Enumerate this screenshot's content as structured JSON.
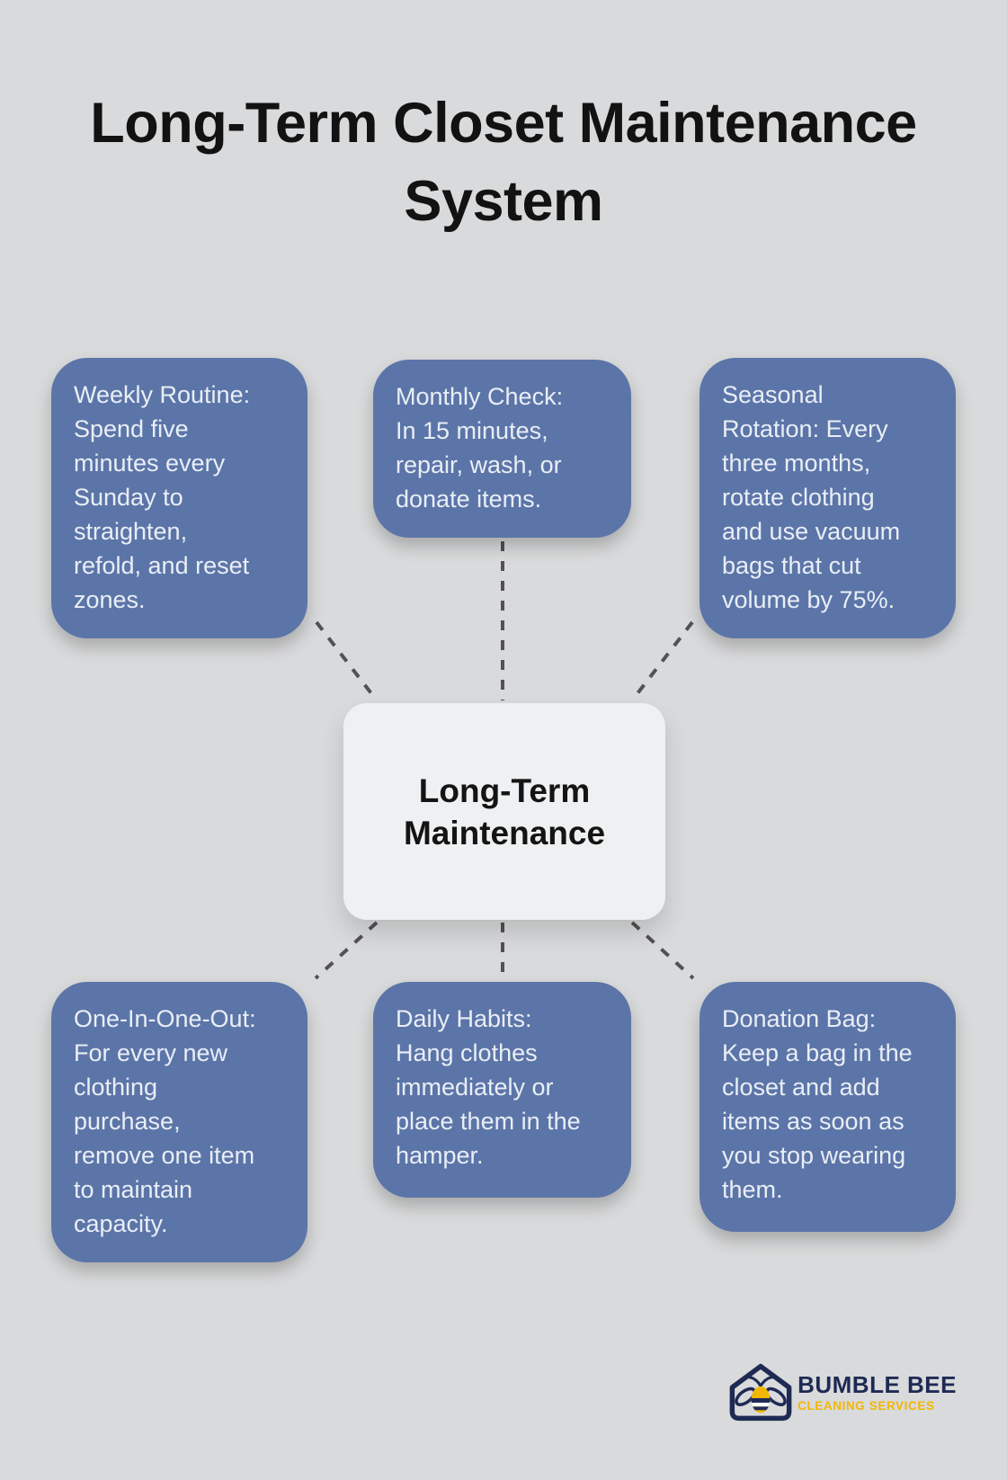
{
  "title": "Long-Term Closet Maintenance\nSystem",
  "center": {
    "label": "Long-Term\nMaintenance"
  },
  "nodes": [
    {
      "id": "weekly-routine",
      "text": "Weekly Routine:\nSpend five\nminutes every\nSunday to\nstraighten,\nrefold, and reset\nzones."
    },
    {
      "id": "monthly-check",
      "text": "Monthly Check:\nIn 15 minutes,\nrepair, wash, or\ndonate items."
    },
    {
      "id": "seasonal-rotation",
      "text": "Seasonal\nRotation: Every\nthree months,\nrotate clothing\nand use vacuum\nbags that cut\nvolume by 75%."
    },
    {
      "id": "one-in-one-out",
      "text": "One-In-One-Out:\nFor every new\nclothing\npurchase,\nremove one item\nto maintain\ncapacity."
    },
    {
      "id": "daily-habits",
      "text": "Daily Habits:\nHang clothes\nimmediately or\nplace them in the\nhamper."
    },
    {
      "id": "donation-bag",
      "text": "Donation Bag:\nKeep a bag in the\ncloset and add\nitems as soon as\nyou stop wearing\nthem."
    }
  ],
  "logo": {
    "name": "BUMBLE BEE",
    "tagline": "CLEANING SERVICES",
    "icon": "bee-in-house-icon"
  },
  "colors": {
    "background": "#d9dadb",
    "node_fill": "#5c75a8",
    "node_text": "#e9eef6",
    "center_fill": "#eef0f1",
    "center_text": "#141414",
    "connector": "#525254",
    "logo_navy": "#1e2a54",
    "logo_yellow": "#f2b705"
  }
}
